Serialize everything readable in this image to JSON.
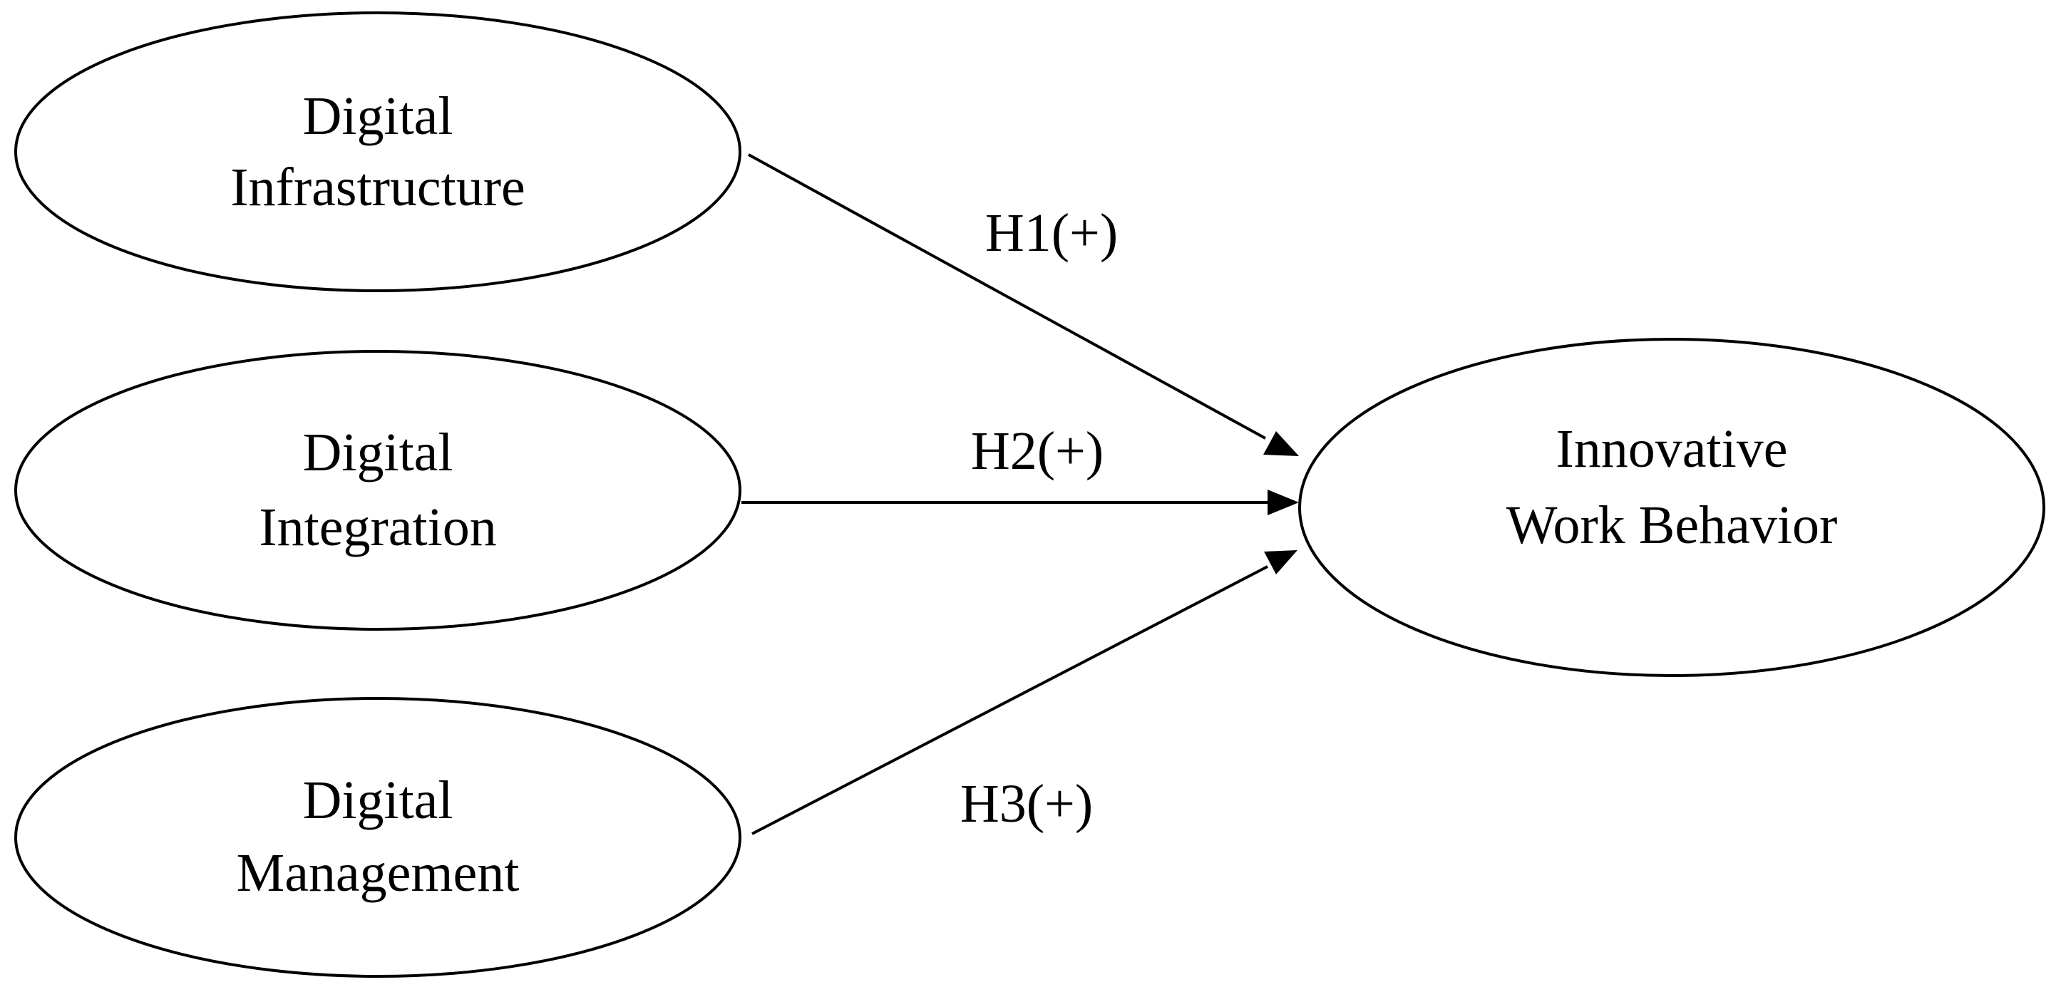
{
  "nodes": {
    "infrastructure": {
      "line1": "Digital",
      "line2": "Infrastructure"
    },
    "integration": {
      "line1": "Digital",
      "line2": "Integration"
    },
    "management": {
      "line1": "Digital",
      "line2": "Management"
    },
    "outcome": {
      "line1": "Innovative",
      "line2": "Work Behavior"
    }
  },
  "edges": {
    "h1": {
      "label": "H1(+)",
      "from": "infrastructure",
      "to": "outcome"
    },
    "h2": {
      "label": "H2(+)",
      "from": "integration",
      "to": "outcome"
    },
    "h3": {
      "label": "H3(+)",
      "from": "management",
      "to": "outcome"
    }
  },
  "colors": {
    "stroke": "#000000",
    "background": "#ffffff"
  }
}
